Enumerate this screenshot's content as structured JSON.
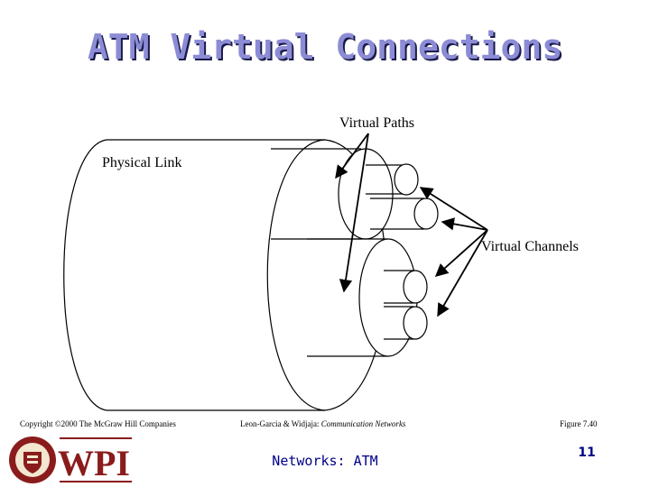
{
  "slide": {
    "title": "ATM Virtual Connections"
  },
  "diagram": {
    "labels": {
      "virtual_paths": "Virtual Paths",
      "physical_link": "Physical Link",
      "virtual_channels": "Virtual Channels"
    }
  },
  "footer": {
    "copyright": "Copyright ©2000 The McGraw Hill Companies",
    "citation_authors": "Leon-Garcia & Widjaja: ",
    "citation_book": "Communication Networks",
    "figure": "Figure 7.40",
    "course": "Networks: ATM",
    "page_number": "11",
    "logo_text": "WPI"
  },
  "colors": {
    "title_fill": "#8c8cd6",
    "title_shadow": "#1a1a4a",
    "footer_text": "#000088",
    "logo_red": "#8a1c1c"
  }
}
